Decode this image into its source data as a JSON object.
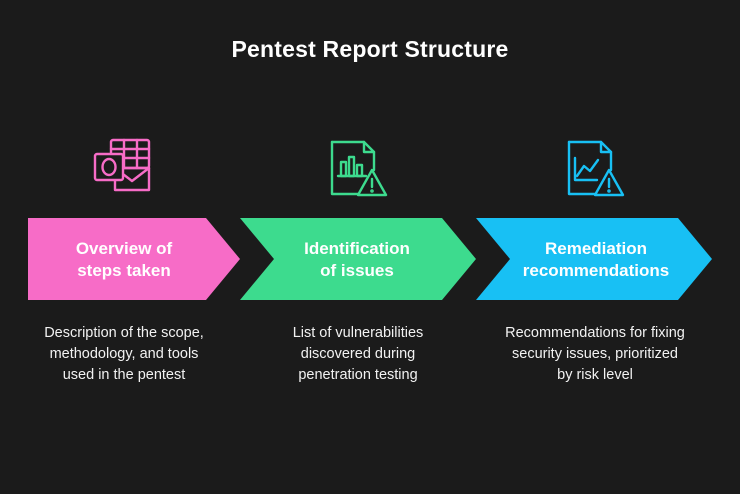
{
  "title": "Pentest Report Structure",
  "colors": {
    "background": "#1b1b1b",
    "step1": "#f76cc7",
    "step2": "#3ddb8e",
    "step3": "#18c0f4"
  },
  "steps": [
    {
      "label_line1": "Overview of",
      "label_line2": "steps taken",
      "description_line1": "Description of the scope,",
      "description_line2": "methodology, and tools",
      "description_line3": "used in the pentest",
      "icon": "outlook-mail-icon"
    },
    {
      "label_line1": "Identification",
      "label_line2": "of issues",
      "description_line1": "List of vulnerabilities",
      "description_line2": "discovered during",
      "description_line3": "penetration testing",
      "icon": "report-warning-icon"
    },
    {
      "label_line1": "Remediation",
      "label_line2": "recommendations",
      "description_line1": "Recommendations for fixing",
      "description_line2": "security issues, prioritized",
      "description_line3": "by risk level",
      "icon": "trend-warning-icon"
    }
  ]
}
